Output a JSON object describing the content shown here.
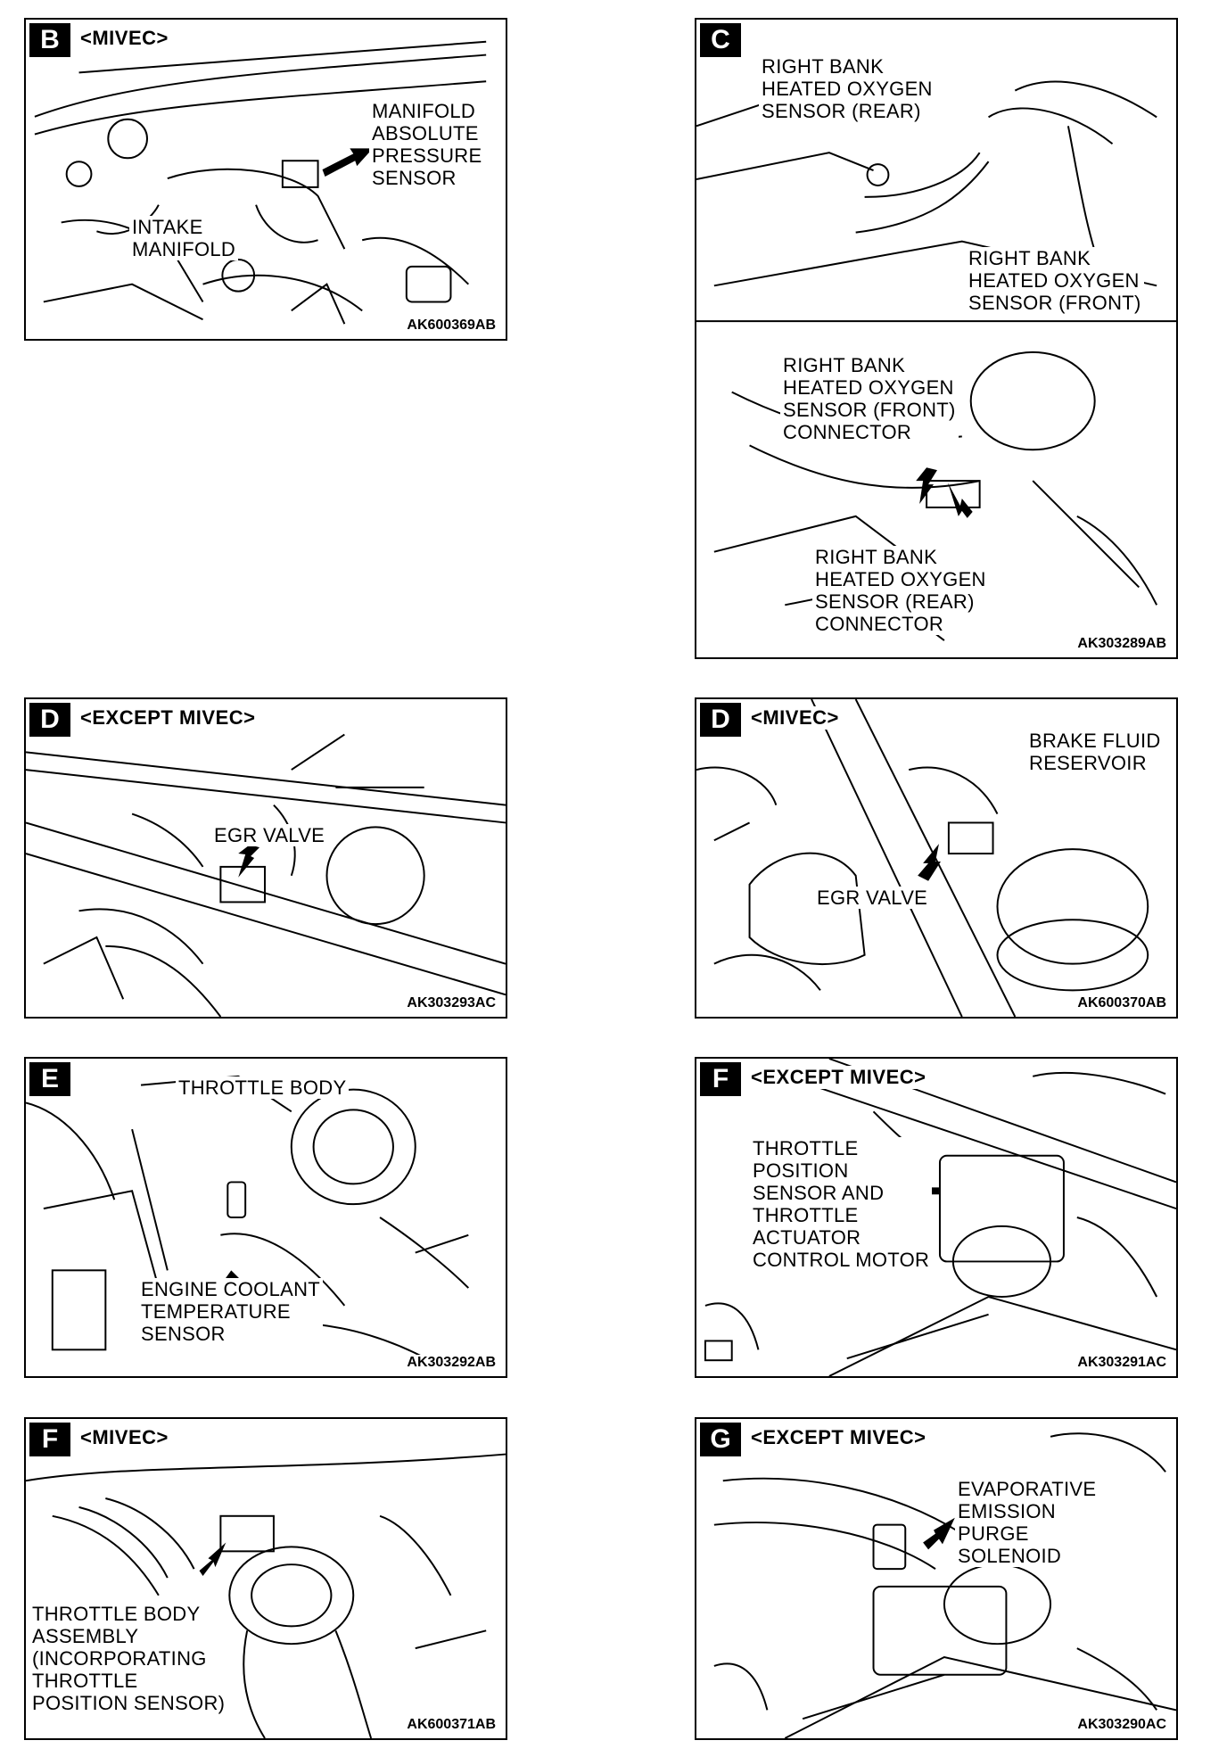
{
  "panels": [
    {
      "letter": "B",
      "variant": "<MIVEC>",
      "labels": [
        "MANIFOLD\nABSOLUTE\nPRESSURE\nSENSOR",
        "INTAKE\nMANIFOLD"
      ],
      "code": "AK600369AB"
    },
    {
      "letter": "C",
      "variant": "",
      "labels": [
        "RIGHT BANK\nHEATED OXYGEN\nSENSOR (REAR)",
        "RIGHT BANK\nHEATED OXYGEN\nSENSOR (FRONT)",
        "RIGHT BANK\nHEATED OXYGEN\nSENSOR (FRONT)\nCONNECTOR",
        "RIGHT BANK\nHEATED OXYGEN\nSENSOR (REAR)\nCONNECTOR"
      ],
      "code": "AK303289AB"
    },
    {
      "letter": "D",
      "variant": "<EXCEPT MIVEC>",
      "labels": [
        "EGR VALVE"
      ],
      "code": "AK303293AC"
    },
    {
      "letter": "D",
      "variant": "<MIVEC>",
      "labels": [
        "BRAKE FLUID\nRESERVOIR",
        "EGR VALVE"
      ],
      "code": "AK600370AB"
    },
    {
      "letter": "E",
      "variant": "",
      "labels": [
        "THROTTLE BODY",
        "ENGINE COOLANT\nTEMPERATURE\nSENSOR"
      ],
      "code": "AK303292AB"
    },
    {
      "letter": "F",
      "variant": "<EXCEPT MIVEC>",
      "labels": [
        "THROTTLE\nPOSITION\nSENSOR AND\nTHROTTLE\nACTUATOR\nCONTROL MOTOR"
      ],
      "code": "AK303291AC"
    },
    {
      "letter": "F",
      "variant": "<MIVEC>",
      "labels": [
        "THROTTLE BODY\nASSEMBLY\n(INCORPORATING\nTHROTTLE\nPOSITION SENSOR)"
      ],
      "code": "AK600371AB"
    },
    {
      "letter": "G",
      "variant": "<EXCEPT MIVEC>",
      "labels": [
        "EVAPORATIVE\nEMISSION\nPURGE\nSOLENOID"
      ],
      "code": "AK303290AC"
    }
  ]
}
